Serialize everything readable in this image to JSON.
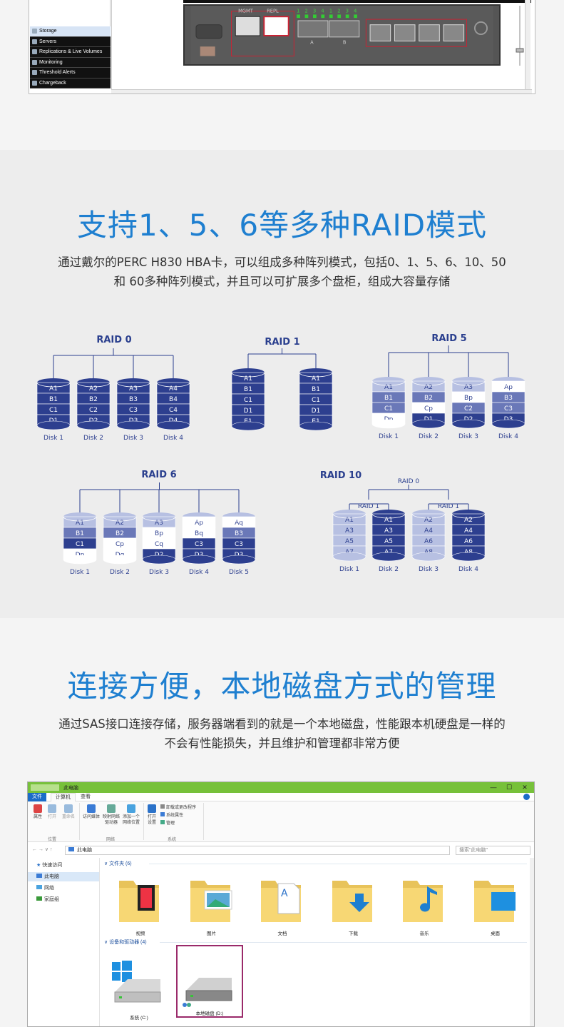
{
  "top_screenshot": {
    "nav_items": [
      {
        "label": "Storage",
        "icon": "storage-icon"
      },
      {
        "label": "Servers",
        "icon": "servers-icon"
      },
      {
        "label": "Replications & Live Volumes",
        "icon": "replication-icon"
      },
      {
        "label": "Monitoring",
        "icon": "monitoring-icon"
      },
      {
        "label": "Threshold Alerts",
        "icon": "alert-icon"
      },
      {
        "label": "Chargeback",
        "icon": "chargeback-icon"
      }
    ],
    "port_labels": {
      "mgmt": "MGMT",
      "repl": "REPL",
      "a": "A",
      "b": "B",
      "numbers": [
        "1",
        "2",
        "3",
        "4",
        "1",
        "2",
        "3",
        "4"
      ]
    }
  },
  "raid_section": {
    "title": "支持1、5、6等多种RAID模式",
    "desc_line1": "通过戴尔的PERC H830 HBA卡，可以组成多种阵列模式，包括0、1、5、6、10、50",
    "desc_line2": "和 60多种阵列模式，并且可以可扩展多个盘柜，组成大容量存储",
    "raid0": {
      "title": "RAID 0",
      "disks": [
        {
          "label": "Disk 1",
          "blocks": [
            "A1",
            "B1",
            "C1",
            "D1"
          ]
        },
        {
          "label": "Disk 2",
          "blocks": [
            "A2",
            "B2",
            "C2",
            "D2"
          ]
        },
        {
          "label": "Disk 3",
          "blocks": [
            "A3",
            "B3",
            "C3",
            "D3"
          ]
        },
        {
          "label": "Disk 4",
          "blocks": [
            "A4",
            "B4",
            "C4",
            "D4"
          ]
        }
      ]
    },
    "raid1": {
      "title": "RAID 1",
      "disks": [
        {
          "blocks": [
            "A1",
            "B1",
            "C1",
            "D1",
            "E1"
          ]
        },
        {
          "blocks": [
            "A1",
            "B1",
            "C1",
            "D1",
            "E1"
          ]
        }
      ]
    },
    "raid5": {
      "title": "RAID 5",
      "disks": [
        {
          "label": "Disk 1",
          "blocks": [
            "A1",
            "B1",
            "C1",
            "Dp"
          ]
        },
        {
          "label": "Disk 2",
          "blocks": [
            "A2",
            "B2",
            "Cp",
            "D1"
          ]
        },
        {
          "label": "Disk 3",
          "blocks": [
            "A3",
            "Bp",
            "C2",
            "D2"
          ]
        },
        {
          "label": "Disk 4",
          "blocks": [
            "Ap",
            "B3",
            "C3",
            "D3"
          ]
        }
      ]
    },
    "raid6": {
      "title": "RAID 6",
      "disks": [
        {
          "label": "Disk 1",
          "blocks": [
            "A1",
            "B1",
            "C1",
            "Dp"
          ]
        },
        {
          "label": "Disk 2",
          "blocks": [
            "A2",
            "B2",
            "Cp",
            "Dq"
          ]
        },
        {
          "label": "Disk 3",
          "blocks": [
            "A3",
            "Bp",
            "Cq",
            "D2"
          ]
        },
        {
          "label": "Disk 4",
          "blocks": [
            "Ap",
            "Bq",
            "C3",
            "D3"
          ]
        },
        {
          "label": "Disk 5",
          "blocks": [
            "Aq",
            "B3",
            "C3",
            "D3"
          ]
        }
      ]
    },
    "raid10": {
      "title": "RAID 10",
      "raid0_label": "RAID 0",
      "raid1_label": "RAID 1",
      "disks": [
        {
          "label": "Disk 1",
          "blocks": [
            "A1",
            "A3",
            "A5",
            "A7"
          ]
        },
        {
          "label": "Disk 2",
          "blocks": [
            "A1",
            "A3",
            "A5",
            "A7"
          ]
        },
        {
          "label": "Disk 3",
          "blocks": [
            "A2",
            "A4",
            "A6",
            "A8"
          ]
        },
        {
          "label": "Disk 4",
          "blocks": [
            "A2",
            "A4",
            "A6",
            "A8"
          ]
        }
      ]
    },
    "colors": {
      "dark": "#2d3f8f",
      "mid": "#6a78b8",
      "light": "#b7c0e2",
      "white": "#ffffff",
      "line": "#2a3f8e"
    }
  },
  "disk_section": {
    "title": "连接方便，本地磁盘方式的管理",
    "desc_line1": "通过SAS接口连接存储，服务器端看到的就是一个本地磁盘，性能跟本机硬盘是一样的",
    "desc_line2": "不会有性能损失，并且维护和管理都非常方便"
  },
  "explorer": {
    "title": "此电脑",
    "win_min": "—",
    "win_max": "☐",
    "win_close": "✕",
    "tabs": [
      "文件",
      "计算机",
      "查看"
    ],
    "ribbon": {
      "location_buttons": [
        "属性",
        "打开",
        "重命名"
      ],
      "network_buttons": [
        "访问媒体",
        "映射网络\n驱动器",
        "添加一个\n网络位置"
      ],
      "system_buttons": [
        "打开\n设置"
      ],
      "system_links": [
        "卸载或更改程序",
        "系统属性",
        "管理"
      ],
      "groups": [
        "位置",
        "网络",
        "系统"
      ]
    },
    "address": "此电脑",
    "search_placeholder": "搜索\"此电脑\"",
    "nav_arrows": "←  →  ∨  ↑",
    "sidebar": [
      "快速访问",
      "此电脑",
      "网络",
      "家庭组"
    ],
    "folders_header": "文件夹 (6)",
    "folders": [
      "视频",
      "图片",
      "文档",
      "下载",
      "音乐",
      "桌面"
    ],
    "drives_header": "设备和驱动器 (4)",
    "drives": [
      "系统 (C:)",
      "本地磁盘 (D:)"
    ],
    "accent": "#77c13a",
    "highlight_border": "#9a2a6a"
  }
}
